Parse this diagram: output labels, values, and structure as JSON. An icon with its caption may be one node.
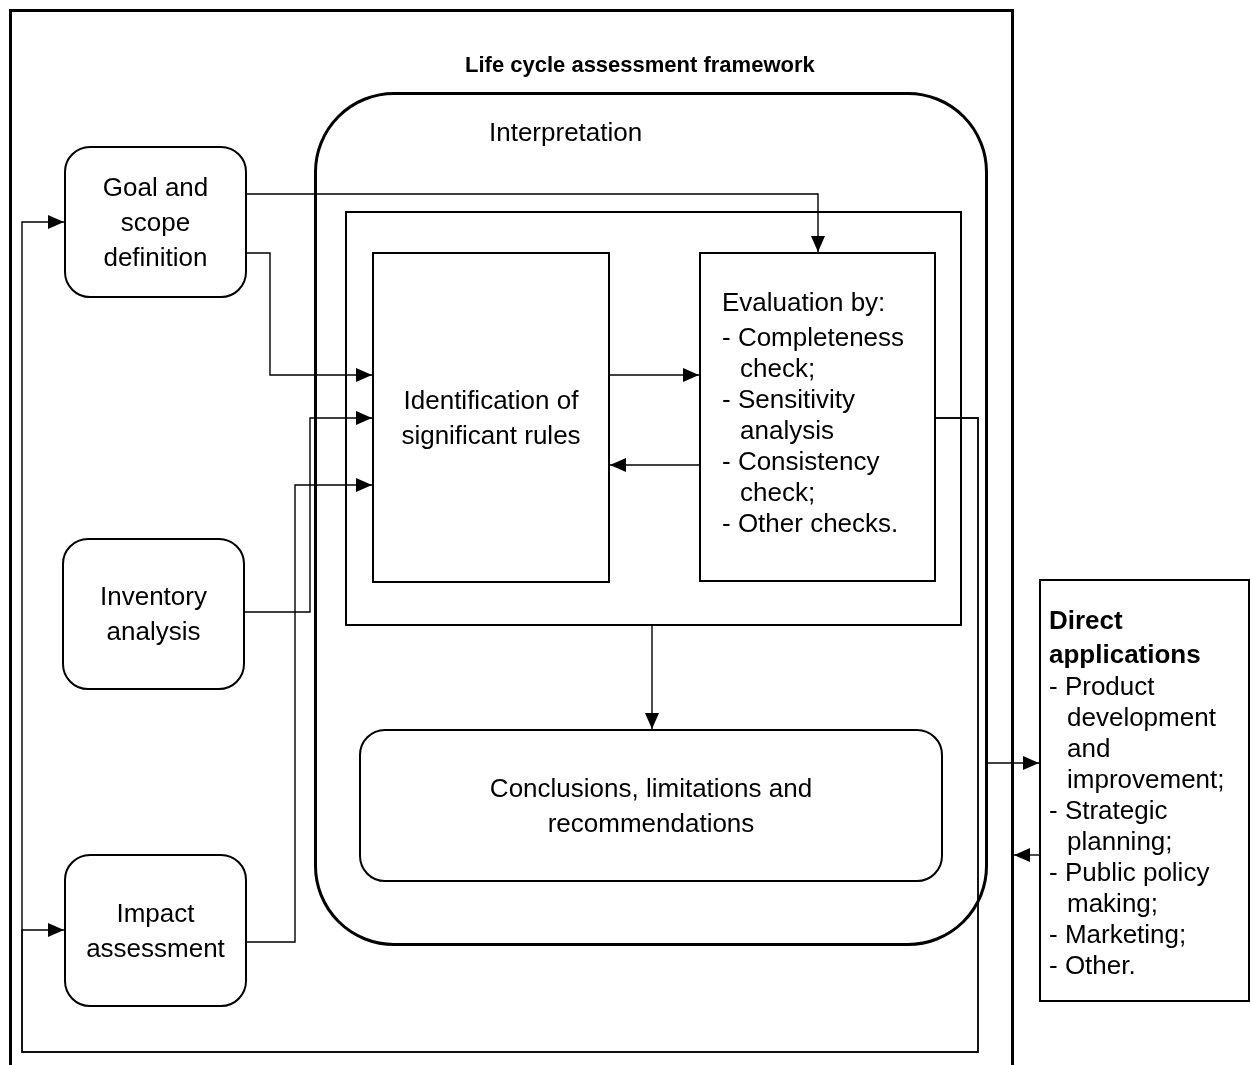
{
  "diagram": {
    "nodes": [
      {
        "text": [
          "Life cycle assessment framework"
        ]
      },
      {
        "text": [
          "Goal and scope definition"
        ],
        "in": 0
      },
      {
        "text": [
          "Inventory analysis"
        ],
        "in": 0
      },
      {
        "text": [
          "Impact assessment"
        ],
        "in": 0
      },
      {
        "text": [
          "Interpretation"
        ],
        "in": 0
      },
      {
        "text": [],
        "shape": "box",
        "in": 4
      },
      {
        "text": [
          "Identification of significant rules"
        ],
        "in": 5
      },
      {
        "text": [
          "Evaluation by:",
          "- Completeness check;",
          "- Sensitivity analysis",
          "- Consistency check;",
          "- Other checks."
        ],
        "in": 5
      },
      {
        "text": [
          "Conclusions, limitations and recommendations"
        ],
        "in": 4
      },
      {
        "text": [
          "Direct applications",
          "- Product development and improvement;",
          "- Strategic planning;",
          "- Public policy making;",
          "- Marketing;",
          "- Other."
        ]
      }
    ],
    "edges": [
      {
        "from": 1,
        "to": 7,
        "arrow": "to"
      },
      {
        "from": 1,
        "to": 6,
        "arrow": "to"
      },
      {
        "from": 2,
        "to": 6,
        "arrow": "to"
      },
      {
        "from": 3,
        "to": 6,
        "arrow": "to"
      },
      {
        "from": 6,
        "to": 7,
        "arrow": "to"
      },
      {
        "from": 7,
        "to": 6,
        "arrow": "to"
      },
      {
        "from": 5,
        "to": 8,
        "arrow": "to"
      },
      {
        "from": 7,
        "to": 1,
        "arrow": "to"
      },
      {
        "from": 7,
        "to": 3,
        "arrow": "to"
      },
      {
        "from": 4,
        "to": 9,
        "arrow": "to"
      },
      {
        "from": 9,
        "to": 0,
        "arrow": "to"
      }
    ]
  }
}
